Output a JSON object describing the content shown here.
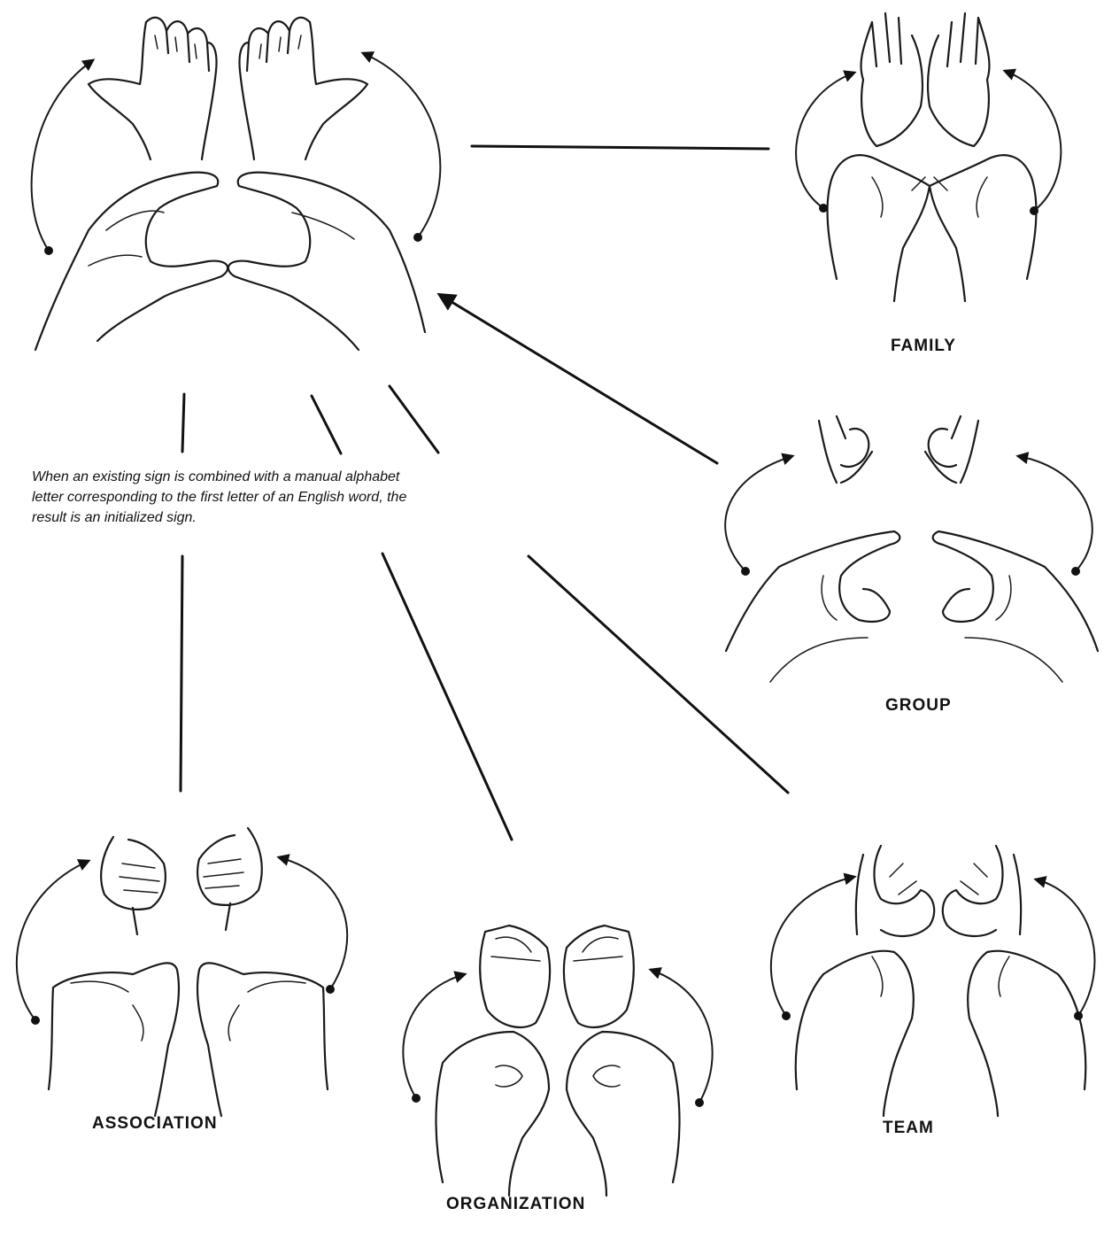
{
  "description_lines": [
    "When an existing sign is combined with a manual alphabet",
    "letter corresponding to the first letter of an English word, the",
    "result is an initialized sign."
  ],
  "signs": {
    "family": "FAMILY",
    "group": "GROUP",
    "association": "ASSOCIATION",
    "team": "TEAM",
    "organization": "ORGANIZATION"
  },
  "colors": {
    "ink": "#1a1a1a",
    "background": "#ffffff"
  }
}
